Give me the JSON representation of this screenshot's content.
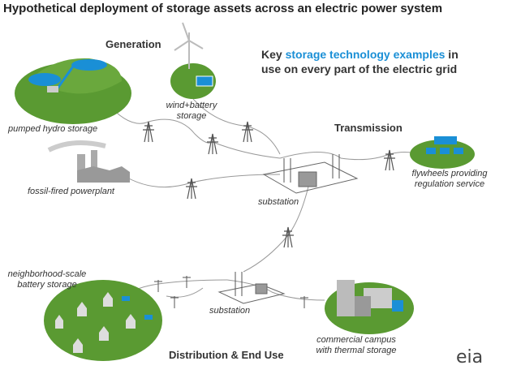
{
  "title": "Hypothetical deployment of storage assets across an electric power system",
  "sections": {
    "generation": "Generation",
    "transmission": "Transmission",
    "distribution": "Distribution & End Use"
  },
  "key": {
    "prefix": "Key ",
    "highlight": "storage technology examples",
    "suffix": " in",
    "line2": "use on every part of the electric grid"
  },
  "labels": {
    "pumped_hydro": "pumped hydro storage",
    "wind_battery_1": "wind+battery",
    "wind_battery_2": "storage",
    "fossil": "fossil-fired powerplant",
    "substation_top": "substation",
    "flywheels_1": "flywheels providing",
    "flywheels_2": "regulation service",
    "neighborhood_1": "neighborhood-scale",
    "neighborhood_2": "battery storage",
    "substation_bottom": "substation",
    "commercial_1": "commercial campus",
    "commercial_2": "with thermal storage"
  },
  "logo": "eia",
  "colors": {
    "green": "#5a9a32",
    "blue": "#1a8fd6",
    "gray": "#9a9a9a"
  }
}
